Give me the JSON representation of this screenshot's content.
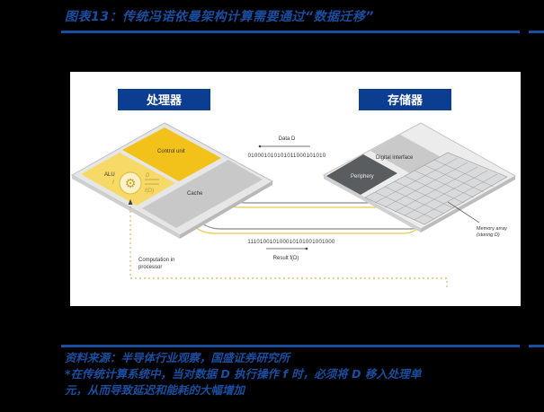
{
  "header": {
    "title": "图表13：传统冯诺依曼架构计算需要通过“数据迁移”"
  },
  "diagram": {
    "processor_label": "处理器",
    "memory_label": "存储器",
    "processor_parts": {
      "control_unit": "Control unit",
      "alu": "ALU",
      "alu_f": "f",
      "alu_d": "D",
      "alu_fd": "f(D)",
      "cache": "Cache"
    },
    "memory_parts": {
      "digital_interface": "Digital interface",
      "periphery": "Periphery",
      "memory_array_line1": "Memory array",
      "memory_array_line2": "(storing D)"
    },
    "data_flow": {
      "data_label": "Data D",
      "data_bits": "010001010101011000101010",
      "result_bits": "111010010100010101001001000",
      "result_label": "Result f(D)"
    },
    "computation_label_line1": "Computation in",
    "computation_label_line2": "processor",
    "colors": {
      "accent_blue": "#1a4ea0",
      "label_box_blue": "#0b3d91",
      "yellow_dark": "#f2c21b",
      "yellow_light": "#f7d967",
      "gray_cache": "#c8c8c8",
      "periphery_dark": "#5a5d60"
    }
  },
  "footer": {
    "source": "资料来源：半导体行业观察，国盛证券研究所",
    "note_line1": "*在传统计算系统中，当对数据 D 执行操作 f 时，必须将 D 移入处理单",
    "note_line2": "元，从而导致延迟和能耗的大幅增加"
  }
}
